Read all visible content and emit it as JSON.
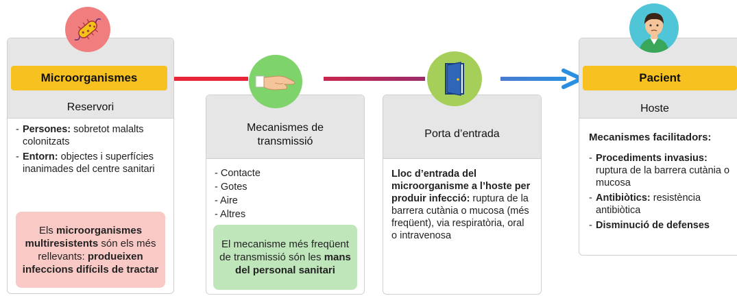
{
  "colors": {
    "banner": "#f7c21f",
    "red_circle": "#f07e7e",
    "green_circle": "#7ed36b",
    "lime_circle": "#a5cf59",
    "cyan_circle": "#4fc5d7",
    "pink_note": "#f9c9c6",
    "green_note": "#bfe6bb",
    "line_red": "#e8263a",
    "line_purple": "#9c2c6a",
    "line_blue": "#2a8fe0"
  },
  "reservoir": {
    "icon": "bacteria-icon",
    "banner": "Microorganismes",
    "subtitle": "Reservori",
    "item1_bold": "Persones:",
    "item1_rest": " sobretot malalts colonitzats",
    "item2_bold": "Entorn:",
    "item2_rest": " objectes i superfícies inanimades del centre sanitari",
    "note_a": "Els ",
    "note_b": "microorganismes multiresistents",
    "note_c": " són els més rellevants: ",
    "note_d": "produeixen infeccions difícils de tractar"
  },
  "transmission": {
    "icon": "hand-icon",
    "title": "Mecanismes de transmissió",
    "items": [
      "- Contacte",
      "- Gotes",
      "- Aire",
      "- Altres"
    ],
    "note_a": "El mecanisme més freqüent de transmissió són les ",
    "note_b": "mans del personal sanitari"
  },
  "portal": {
    "icon": "door-icon",
    "title": "Porta d’entrada",
    "text_bold": "Lloc d’entrada del microorganisme a l’hoste per produir infecció:",
    "text_rest": " ruptura de la barrera cutània o mucosa (més freqüent), via respiratòria, oral o intravenosa"
  },
  "patient": {
    "icon": "patient-icon",
    "banner": "Pacient",
    "subtitle": "Hoste",
    "heading": "Mecanismes facilitadors:",
    "item1_bold": "Procediments invasius:",
    "item1_rest": " ruptura de la barrera cutània o mucosa",
    "item2_bold": "Antibiòtics:",
    "item2_rest": " resistència antibiòtica",
    "item3_bold": "Disminució de defenses",
    "item3_rest": ""
  }
}
